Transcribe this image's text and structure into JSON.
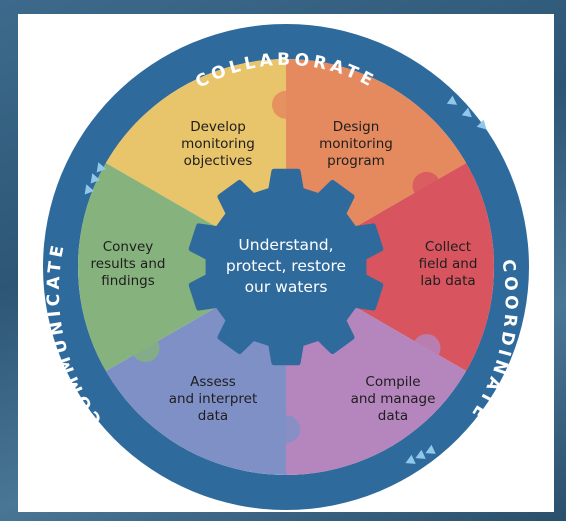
{
  "ring_labels": {
    "top": "COLLABORATE",
    "right": "COORDINATE",
    "left": "COMMUNICATE"
  },
  "center": {
    "lines": [
      "Understand,",
      "protect, restore",
      "our waters"
    ]
  },
  "segments": [
    {
      "id": "develop",
      "color": "#e8c46a",
      "lines": [
        "Develop",
        "monitoring",
        "objectives"
      ]
    },
    {
      "id": "design",
      "color": "#e58a5e",
      "lines": [
        "Design",
        "monitoring",
        "program"
      ]
    },
    {
      "id": "collect",
      "color": "#d8555f",
      "lines": [
        "Collect",
        "field and",
        "lab data"
      ]
    },
    {
      "id": "compile",
      "color": "#b585bd",
      "lines": [
        "Compile",
        "and manage",
        "data"
      ]
    },
    {
      "id": "assess",
      "color": "#7f90c7",
      "lines": [
        "Assess",
        "and interpret",
        "data"
      ]
    },
    {
      "id": "convey",
      "color": "#86b27d",
      "lines": [
        "Convey",
        "results and",
        "findings"
      ]
    }
  ],
  "colors": {
    "ring": "#2f6a9c",
    "gear": "#2f6a9c",
    "arrows": "#8fc8ea"
  }
}
